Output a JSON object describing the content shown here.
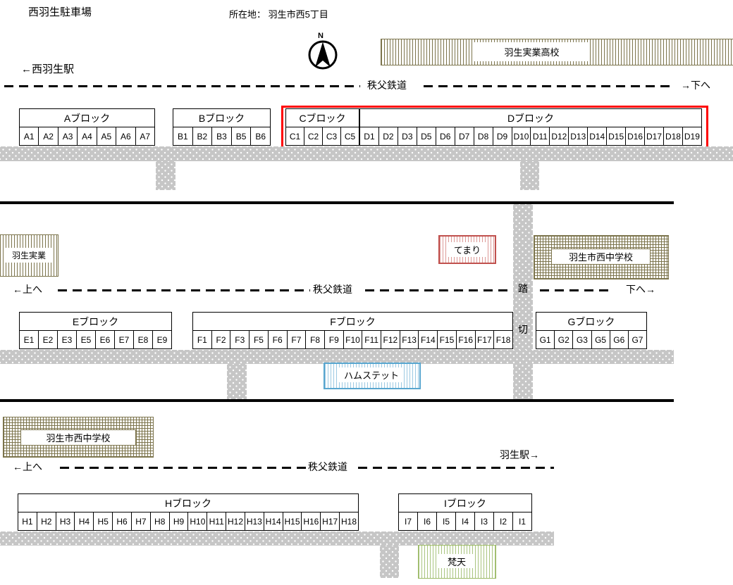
{
  "header": {
    "title": "西羽生駐車場",
    "address": "所在地： 羽生市西5丁目",
    "compass_n": "N",
    "station_left": "←西羽生駅"
  },
  "railway": {
    "name": "秩父鉄道",
    "line1_right": "→下へ",
    "line2_left": "←上へ",
    "line2_right": "下へ→",
    "line3_left": "←上へ",
    "line3_station_right": "羽生駅→"
  },
  "crossing": {
    "char_top": "踏",
    "char_bottom": "切"
  },
  "landmarks": {
    "school_top": "羽生実業高校",
    "jitsugyo_left": "羽生実業",
    "temari": "てまり",
    "junior_high_mid": "羽生市西中学校",
    "junior_high_bottom": "羽生市西中学校",
    "hamstet": "ハムステット",
    "bonten": "梵天"
  },
  "blocks": [
    {
      "id": "A",
      "label": "Aブロック",
      "spaces": [
        "A1",
        "A2",
        "A3",
        "A4",
        "A5",
        "A6",
        "A7"
      ]
    },
    {
      "id": "B",
      "label": "Bブロック",
      "spaces": [
        "B1",
        "B2",
        "B3",
        "B5",
        "B6"
      ]
    },
    {
      "id": "C",
      "label": "Cブロック",
      "spaces": [
        "C1",
        "C2",
        "C3",
        "C5"
      ]
    },
    {
      "id": "D",
      "label": "Dブロック",
      "spaces": [
        "D1",
        "D2",
        "D3",
        "D5",
        "D6",
        "D7",
        "D8",
        "D9",
        "D10",
        "D11",
        "D12",
        "D13",
        "D14",
        "D15",
        "D16",
        "D17",
        "D18",
        "D19"
      ]
    },
    {
      "id": "E",
      "label": "Eブロック",
      "spaces": [
        "E1",
        "E2",
        "E3",
        "E5",
        "E6",
        "E7",
        "E8",
        "E9"
      ]
    },
    {
      "id": "F",
      "label": "Fブロック",
      "spaces": [
        "F1",
        "F2",
        "F3",
        "F5",
        "F6",
        "F7",
        "F8",
        "F9",
        "F10",
        "F11",
        "F12",
        "F13",
        "F14",
        "F15",
        "F16",
        "F17",
        "F18"
      ]
    },
    {
      "id": "G",
      "label": "Gブロック",
      "spaces": [
        "G1",
        "G2",
        "G3",
        "G5",
        "G6",
        "G7"
      ]
    },
    {
      "id": "H",
      "label": "Hブロック",
      "spaces": [
        "H1",
        "H2",
        "H3",
        "H4",
        "H5",
        "H6",
        "H7",
        "H8",
        "H9",
        "H10",
        "H11",
        "H12",
        "H13",
        "H14",
        "H15",
        "H16",
        "H17",
        "H18"
      ]
    },
    {
      "id": "I",
      "label": "Iブロック",
      "spaces": [
        "I7",
        "I6",
        "I5",
        "I4",
        "I3",
        "I2",
        "I1"
      ]
    }
  ],
  "colors": {
    "highlight": "#ff0000",
    "hatch_olive": "#7c744c",
    "temari_border": "#c0504d",
    "hamstet_border": "#58a6cf",
    "bonten_border": "#9bb963",
    "road_gray": "#c6c6c6"
  }
}
